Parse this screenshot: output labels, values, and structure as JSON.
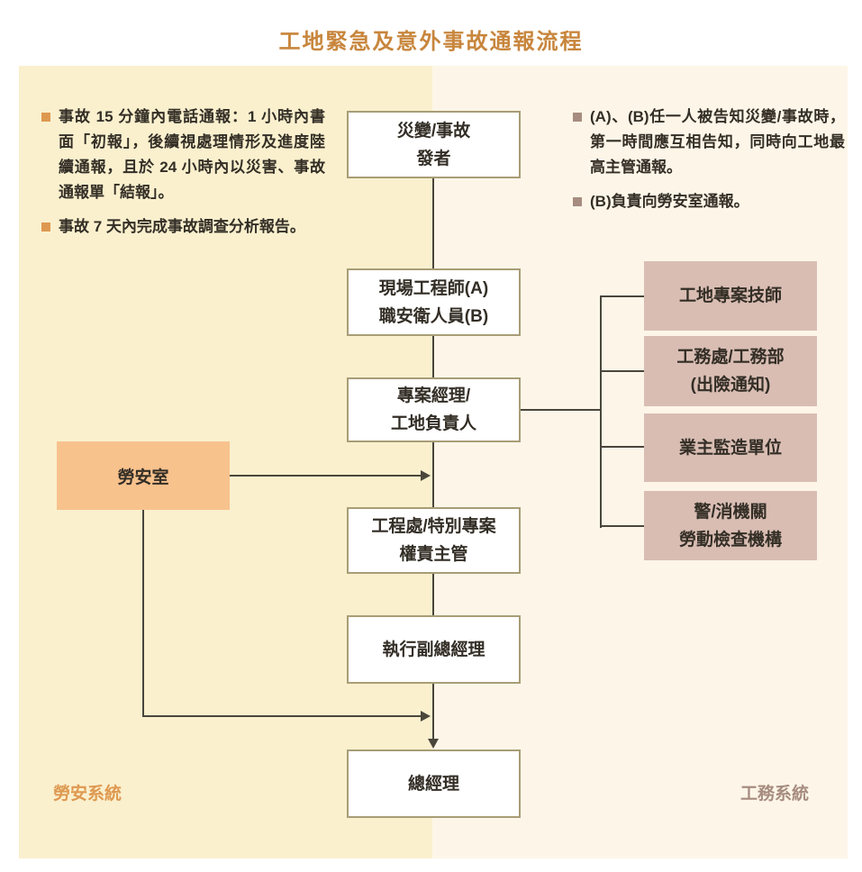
{
  "title": "工地緊急及意外事故通報流程",
  "left_panel": {
    "bullets": [
      "事故 15 分鐘內電話通報：1 小時內書面「初報」，後續視處理情形及進度陸續通報，且於 24 小時內以災害、事故通報單「結報」。",
      "事故 7 天內完成事故調查分析報告。"
    ],
    "footer_label": "勞安系統"
  },
  "right_panel": {
    "bullets": [
      "(A)、(B)任一人被告知災變/事故時，第一時間應互相告知，同時向工地最高主管通報。",
      "(B)負責向勞安室通報。"
    ],
    "footer_label": "工務系統"
  },
  "flow_boxes": [
    {
      "lines": [
        "災變/事故",
        "發者"
      ]
    },
    {
      "lines": [
        "現場工程師(A)",
        "職安衛人員(B)"
      ]
    },
    {
      "lines": [
        "專案經理/",
        "工地負責人"
      ]
    },
    {
      "lines": [
        "工程處/特別專案",
        "權責主管"
      ]
    },
    {
      "lines": [
        "執行副總經理"
      ]
    },
    {
      "lines": [
        "總經理"
      ]
    }
  ],
  "side_box": {
    "label": "勞安室"
  },
  "notify_boxes": [
    {
      "lines": [
        "工地專案技師"
      ]
    },
    {
      "lines": [
        "工務處/工務部",
        "(出險通知)"
      ]
    },
    {
      "lines": [
        "業主監造單位"
      ]
    },
    {
      "lines": [
        "警/消機關",
        "勞動檢查機構"
      ]
    }
  ],
  "colors": {
    "title": "#C8863D",
    "left_panel_bg": "#FAF0CE",
    "right_panel_bg": "#FDF6E8",
    "flow_box_border": "#A89D76",
    "notify_box_bg": "#D9BDB3",
    "side_box_bg": "#F8C28D",
    "line": "#4A463C",
    "text": "#332E26",
    "left_accent": "#DE9950",
    "right_accent": "#A78C80"
  }
}
